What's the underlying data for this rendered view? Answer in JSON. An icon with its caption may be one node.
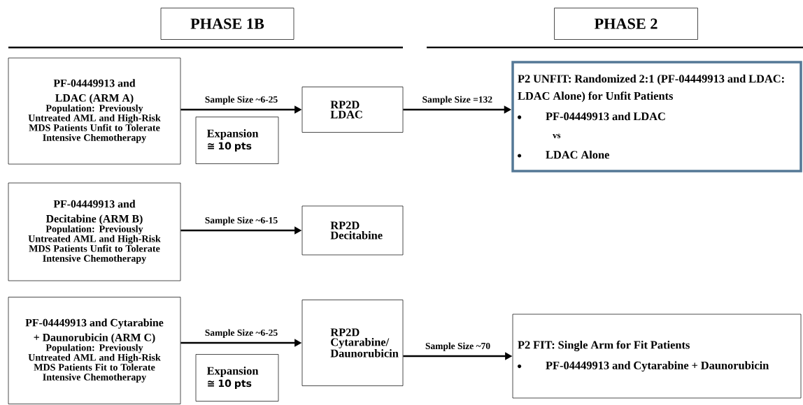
{
  "diagram": {
    "nodes": [
      {
        "text": [
          "PHASE 1B"
        ]
      },
      {
        "text": [
          "PHASE 2"
        ]
      },
      {
        "text": [
          "PF-04449913 and LDAC (ARM A)",
          "Population: Previously Untreated AML and High-Risk MDS Patients Unfit to Tolerate Intensive Chemotherapy"
        ]
      },
      {
        "text": [
          "Expansion",
          "≅ 10 pts"
        ]
      },
      {
        "text": [
          "RP2D LDAC"
        ]
      },
      {
        "text": [
          "P2 UNFIT: Randomized 2:1 (PF-04449913 and LDAC: LDAC Alone) for Unfit Patients",
          "PF-04449913 and LDAC",
          "vs",
          "LDAC Alone"
        ]
      },
      {
        "text": [
          "PF-04449913 and Decitabine (ARM B)",
          "Population: Previously Untreated AML and High-Risk MDS Patients Unfit to Tolerate Intensive Chemotherapy"
        ]
      },
      {
        "text": [
          "RP2D Decitabine"
        ]
      },
      {
        "text": [
          "PF-04449913 and Cytarabine + Daunorubicin (ARM C)",
          "Population: Previously Untreated AML and High-Risk MDS Patients Fit to Tolerate Intensive Chemotherapy"
        ]
      },
      {
        "text": [
          "Expansion",
          "≅ 10 pts"
        ]
      },
      {
        "text": [
          "RP2D Cytarabine/ Daunorubicin"
        ]
      },
      {
        "text": [
          "P2 FIT: Single Arm for Fit Patients",
          "PF-04449913 and Cytarabine + Daunorubicin"
        ]
      }
    ],
    "edges": [
      {
        "from": 2,
        "to": 4,
        "arrow": "to",
        "label": "Sample Size ~6-25"
      },
      {
        "from": 4,
        "to": 5,
        "arrow": "to",
        "label": "Sample Size =132"
      },
      {
        "from": 6,
        "to": 7,
        "arrow": "to",
        "label": "Sample Size ~6-15"
      },
      {
        "from": 8,
        "to": 10,
        "arrow": "to",
        "label": "Sample Size ~6-25"
      },
      {
        "from": 10,
        "to": 11,
        "arrow": "to",
        "label": "Sample Size ~70"
      }
    ]
  }
}
